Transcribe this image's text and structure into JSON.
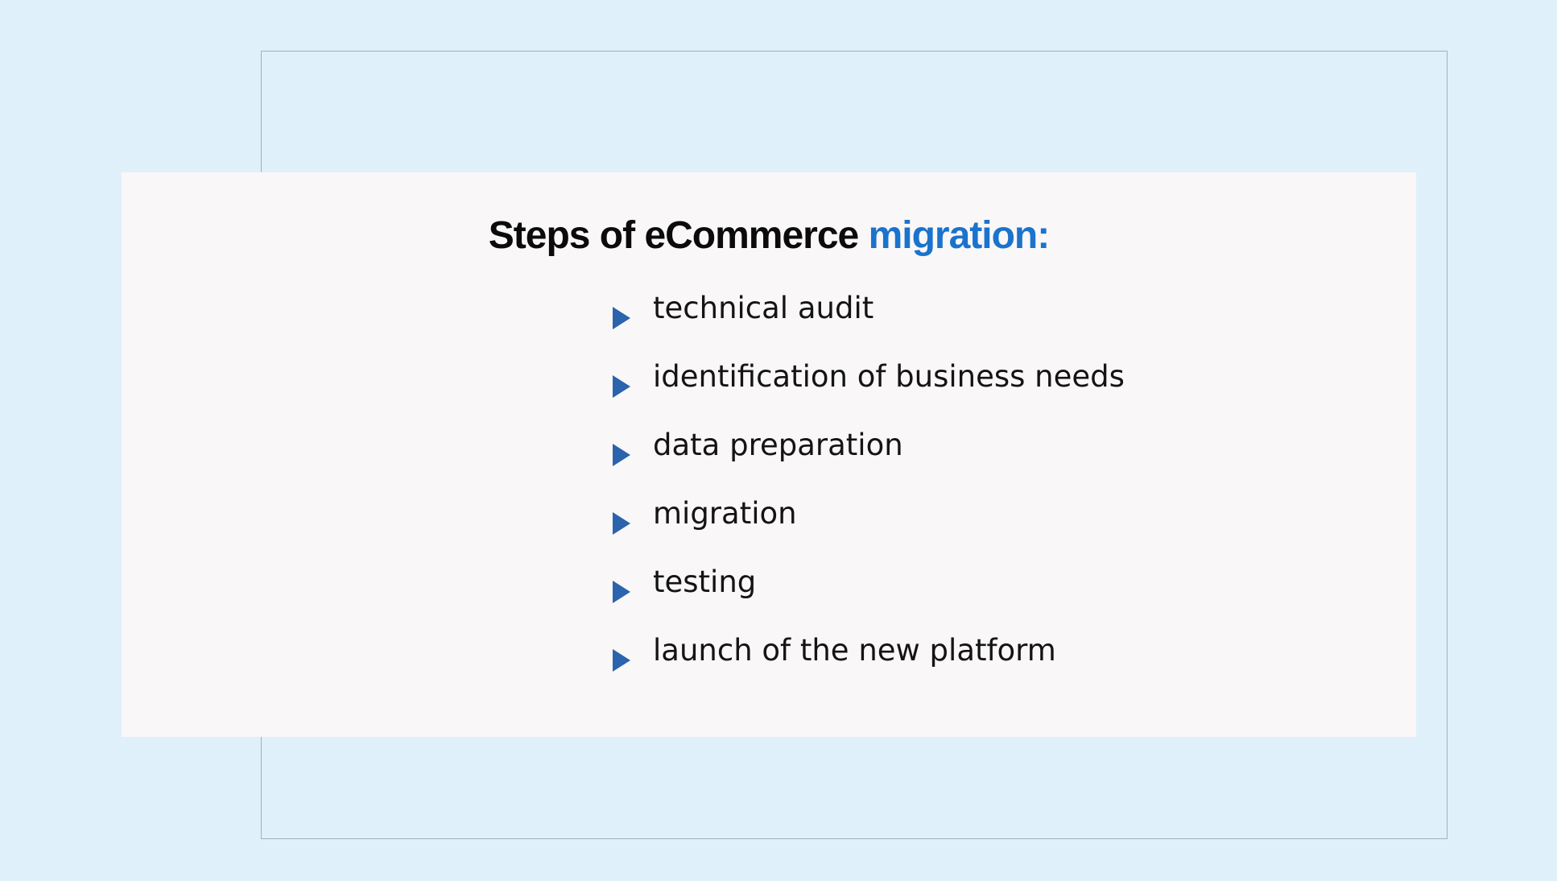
{
  "title": {
    "main": "Steps of eCommerce ",
    "accent": "migration:"
  },
  "steps": [
    {
      "label": "technical audit",
      "icon": "triangle-bullet-icon"
    },
    {
      "label": "identification of business needs",
      "icon": "triangle-bullet-icon"
    },
    {
      "label": "data preparation",
      "icon": "triangle-bullet-icon"
    },
    {
      "label": "migration",
      "icon": "triangle-bullet-icon"
    },
    {
      "label": "testing",
      "icon": "triangle-bullet-icon"
    },
    {
      "label": "launch of the new platform",
      "icon": "triangle-bullet-icon"
    }
  ],
  "colors": {
    "background": "#e0f0fa",
    "card": "#f9f7f8",
    "accent": "#1a73cc",
    "bullet": "#2b63ad",
    "frame": "#9fb2bb"
  }
}
